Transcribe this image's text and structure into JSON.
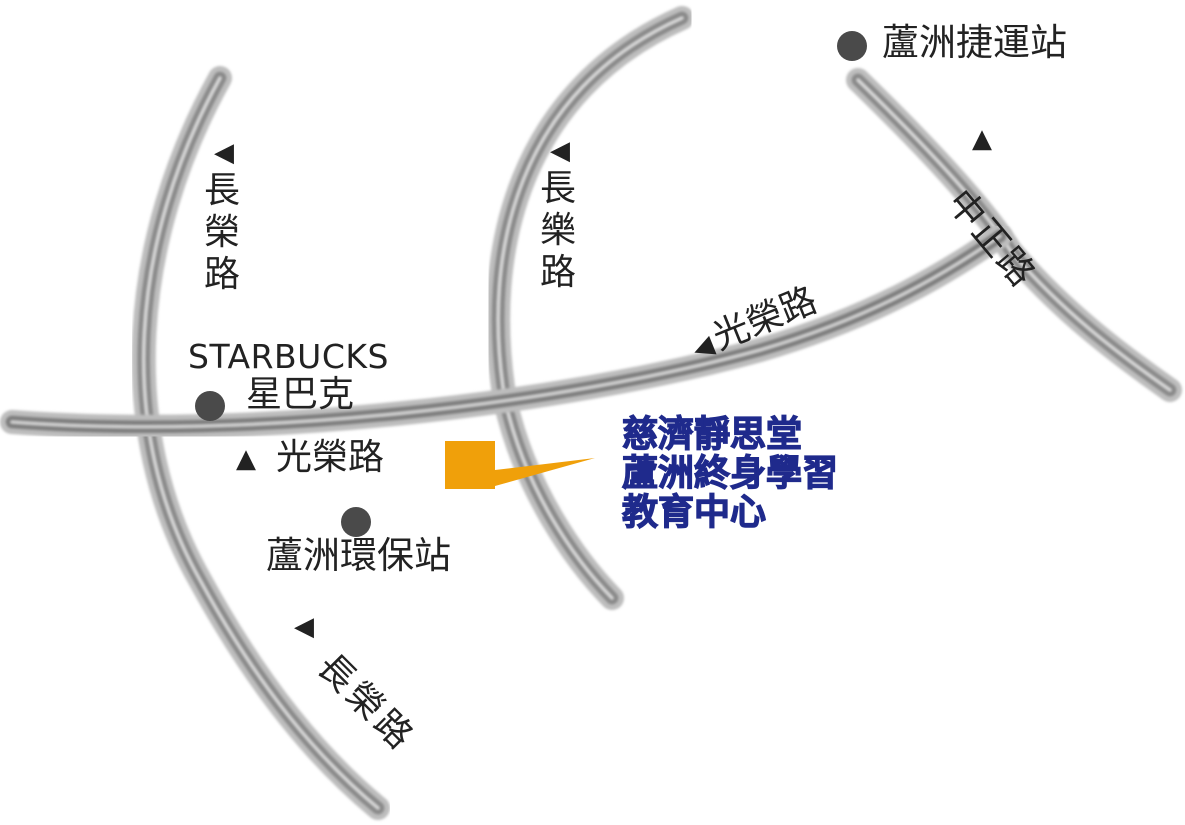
{
  "map": {
    "stations": {
      "mrt": "蘆洲捷運站",
      "recycle": "蘆洲環保站"
    },
    "landmark": {
      "starbucks_en": "STARBUCKS",
      "starbucks_zh": "星巴克"
    },
    "roads": {
      "changrong_upper": "長榮路",
      "changle": "長樂路",
      "zhongzheng": "中正路",
      "guangrong_right": "光榮路",
      "guangrong_left": "光榮路",
      "changrong_lower": "長榮路"
    },
    "destination": {
      "line1": "慈濟靜思堂",
      "line2": "蘆洲終身學習",
      "line3": "教育中心"
    },
    "icons": {
      "direction": "triangle-icon",
      "place": "dot-icon",
      "target": "orange-marker-icon"
    },
    "colors": {
      "road": "#8c8c8c",
      "marker": "#f0a00a",
      "destination_text": "#1f2a8c"
    }
  }
}
